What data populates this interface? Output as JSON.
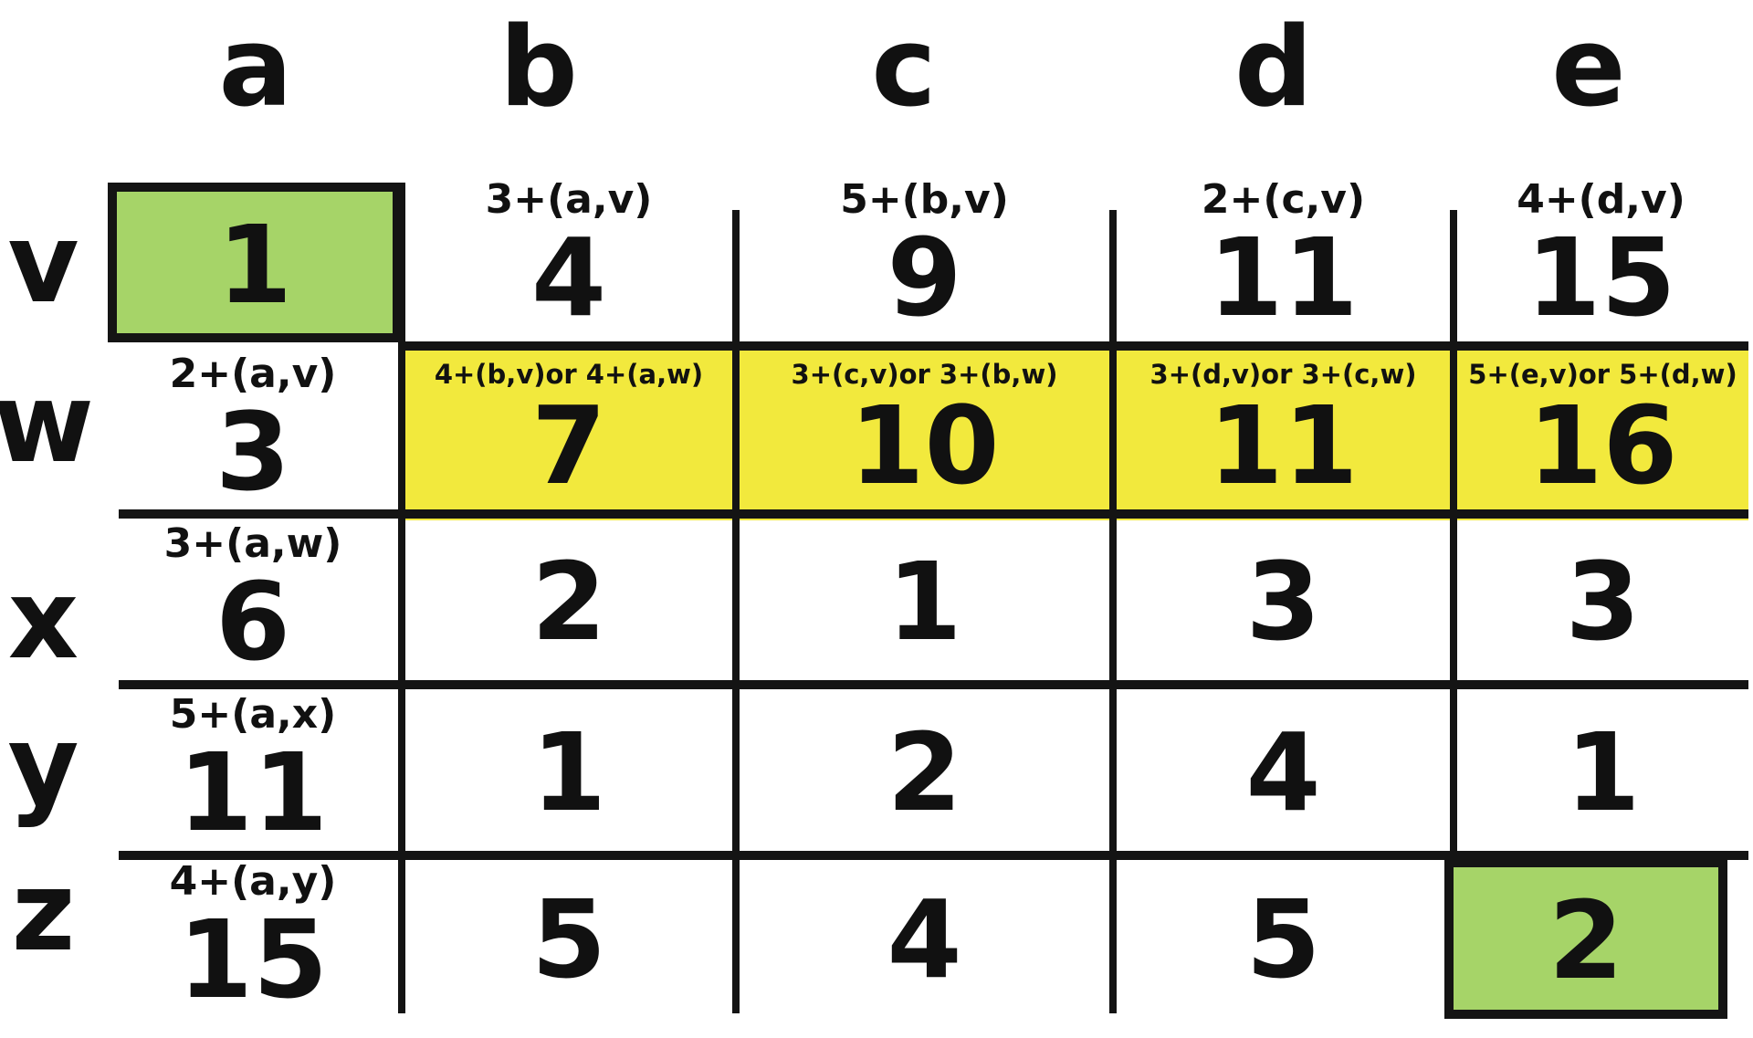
{
  "columns": [
    "a",
    "b",
    "c",
    "d",
    "e"
  ],
  "rows": [
    "v",
    "w",
    "x",
    "y",
    "z"
  ],
  "colors": {
    "start_end": "#a6d468",
    "highlight_row": "#f2e93d",
    "ink": "#141414"
  },
  "cells": {
    "v": [
      {
        "note": "",
        "value": "1",
        "highlight": "green"
      },
      {
        "note": "3+(a,v)",
        "value": "4"
      },
      {
        "note": "5+(b,v)",
        "value": "9"
      },
      {
        "note": "2+(c,v)",
        "value": "11"
      },
      {
        "note": "4+(d,v)",
        "value": "15"
      }
    ],
    "w": [
      {
        "note": "2+(a,v)",
        "value": "3"
      },
      {
        "note": "4+(b,v)or 4+(a,w)",
        "value": "7",
        "highlight": "yellow"
      },
      {
        "note": "3+(c,v)or 3+(b,w)",
        "value": "10",
        "highlight": "yellow"
      },
      {
        "note": "3+(d,v)or 3+(c,w)",
        "value": "11",
        "highlight": "yellow"
      },
      {
        "note": "5+(e,v)or 5+(d,w)",
        "value": "16",
        "highlight": "yellow"
      }
    ],
    "x": [
      {
        "note": "3+(a,w)",
        "value": "6"
      },
      {
        "note": "",
        "value": "2"
      },
      {
        "note": "",
        "value": "1"
      },
      {
        "note": "",
        "value": "3"
      },
      {
        "note": "",
        "value": "3"
      }
    ],
    "y": [
      {
        "note": "5+(a,x)",
        "value": "11"
      },
      {
        "note": "",
        "value": "1"
      },
      {
        "note": "",
        "value": "2"
      },
      {
        "note": "",
        "value": "4"
      },
      {
        "note": "",
        "value": "1"
      }
    ],
    "z": [
      {
        "note": "4+(a,y)",
        "value": "15"
      },
      {
        "note": "",
        "value": "5"
      },
      {
        "note": "",
        "value": "4"
      },
      {
        "note": "",
        "value": "5"
      },
      {
        "note": "",
        "value": "2",
        "highlight": "green"
      }
    ]
  }
}
